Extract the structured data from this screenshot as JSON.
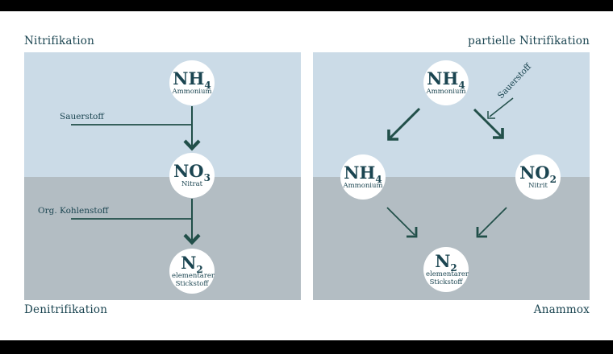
{
  "titles": {
    "top_left": "Nitrifikation",
    "top_right": "partielle Nitrifikation",
    "bottom_left": "Denitrifikation",
    "bottom_right": "Anammox"
  },
  "colors": {
    "letterbox": "#000000",
    "background": "#ffffff",
    "water_upper": "#cbdbe7",
    "water_lower": "#b3bdc3",
    "ink": "#1b4551",
    "arrow": "#214f49",
    "node_fill": "#ffffff"
  },
  "left_panel": {
    "nodes": [
      {
        "formula": "NH",
        "subscript": "4",
        "name": "Ammonium"
      },
      {
        "formula": "NO",
        "subscript": "3",
        "name": "Nitrat"
      },
      {
        "formula": "N",
        "subscript": "2",
        "name": "elementarer Stickstoff"
      }
    ],
    "arrow_labels": {
      "oxygen": "Sauerstoff",
      "organic_carbon": "Org. Kohlenstoff"
    }
  },
  "right_panel": {
    "nodes": [
      {
        "formula": "NH",
        "subscript": "4",
        "name": "Ammonium"
      },
      {
        "formula": "NH",
        "subscript": "4",
        "name": "Ammonium"
      },
      {
        "formula": "NO",
        "subscript": "2",
        "name": "Nitrit"
      },
      {
        "formula": "N",
        "subscript": "2",
        "name": "elementarer Stickstoff"
      }
    ],
    "arrow_labels": {
      "oxygen": "Sauerstoff"
    }
  }
}
